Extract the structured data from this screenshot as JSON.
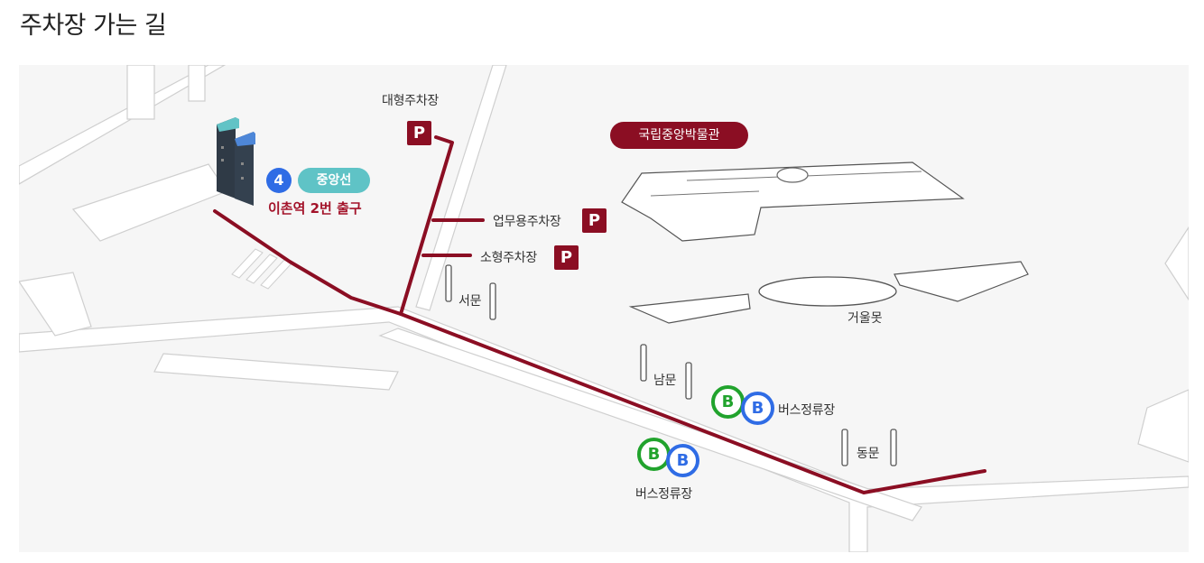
{
  "page": {
    "title": "주차장 가는 길"
  },
  "map": {
    "museum_label": "국립중앙박물관",
    "subway": {
      "line_number": "4",
      "line_name": "중앙선",
      "exit_label": "이촌역 2번 출구"
    },
    "parking": {
      "symbol": "P",
      "large": "대형주차장",
      "business": "업무용주차장",
      "small": "소형주차장"
    },
    "gates": {
      "west": "서문",
      "south": "남문",
      "east": "동문"
    },
    "pond": "거울못",
    "bus_stop": {
      "symbol": "B",
      "label_upper": "버스정류장",
      "label_lower": "버스정류장"
    },
    "colors": {
      "route": "#8b0e23",
      "museum_badge": "#8b0e23",
      "line4": "#2f6ce5",
      "jungang_line": "#5fc3c6",
      "bus_green": "#21a32d",
      "bus_blue": "#2f6ce5",
      "map_background": "#f6f6f6"
    }
  }
}
